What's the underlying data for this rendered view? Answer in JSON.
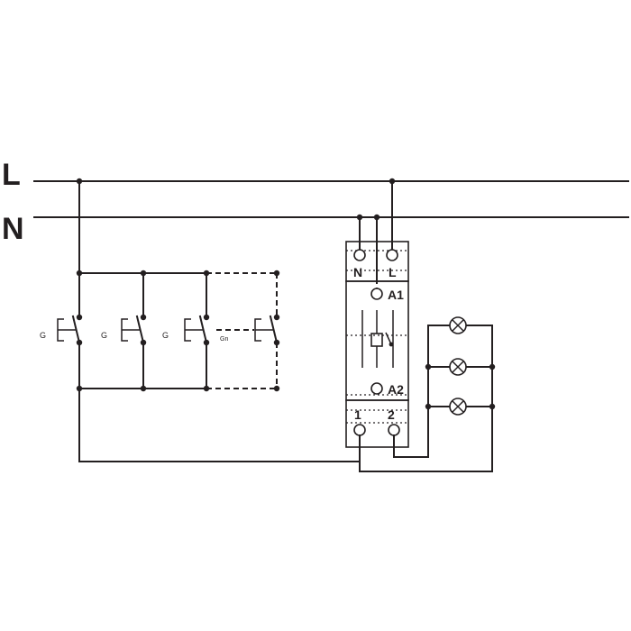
{
  "lines": {
    "live": "L",
    "neutral": "N"
  },
  "switches": {
    "button_1": "G",
    "button_2": "G",
    "button_3": "G",
    "button_n": "Gn"
  },
  "relay": {
    "supply_neutral": "N",
    "supply_live": "L",
    "coil_a1": "A1",
    "coil_a2": "A2",
    "contact_1": "1",
    "contact_2": "2"
  },
  "load": {
    "lamp_count": 3
  }
}
